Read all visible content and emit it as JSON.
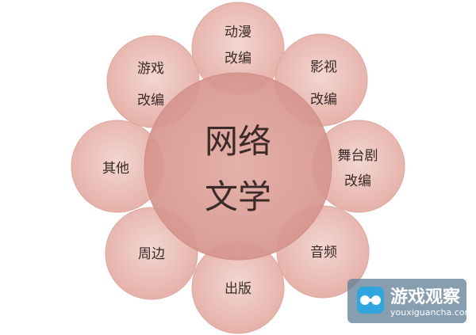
{
  "diagram": {
    "center": {
      "line1": "网络",
      "line2": "文学"
    },
    "petals": [
      {
        "id": "anime",
        "line1": "动漫",
        "line2": "改编"
      },
      {
        "id": "film",
        "line1": "影视",
        "line2": "改编"
      },
      {
        "id": "drama",
        "line1": "舞台剧",
        "line2": "改编"
      },
      {
        "id": "audio",
        "line1": "音频",
        "line2": ""
      },
      {
        "id": "publish",
        "line1": "出版",
        "line2": ""
      },
      {
        "id": "merch",
        "line1": "周边",
        "line2": ""
      },
      {
        "id": "other",
        "line1": "其他",
        "line2": ""
      },
      {
        "id": "game",
        "line1": "游戏",
        "line2": "改编"
      }
    ]
  },
  "watermark": {
    "title": "游戏观察",
    "url": "youxiguancha.com",
    "icon": "gamepad-icon"
  },
  "colors": {
    "petal_fill": "#e8b9b2",
    "petal_stroke": "#d79b92",
    "center_fill": "#d99a91",
    "overlap_tint": "#c9857c",
    "watermark_bg": "#6f8fa6"
  }
}
